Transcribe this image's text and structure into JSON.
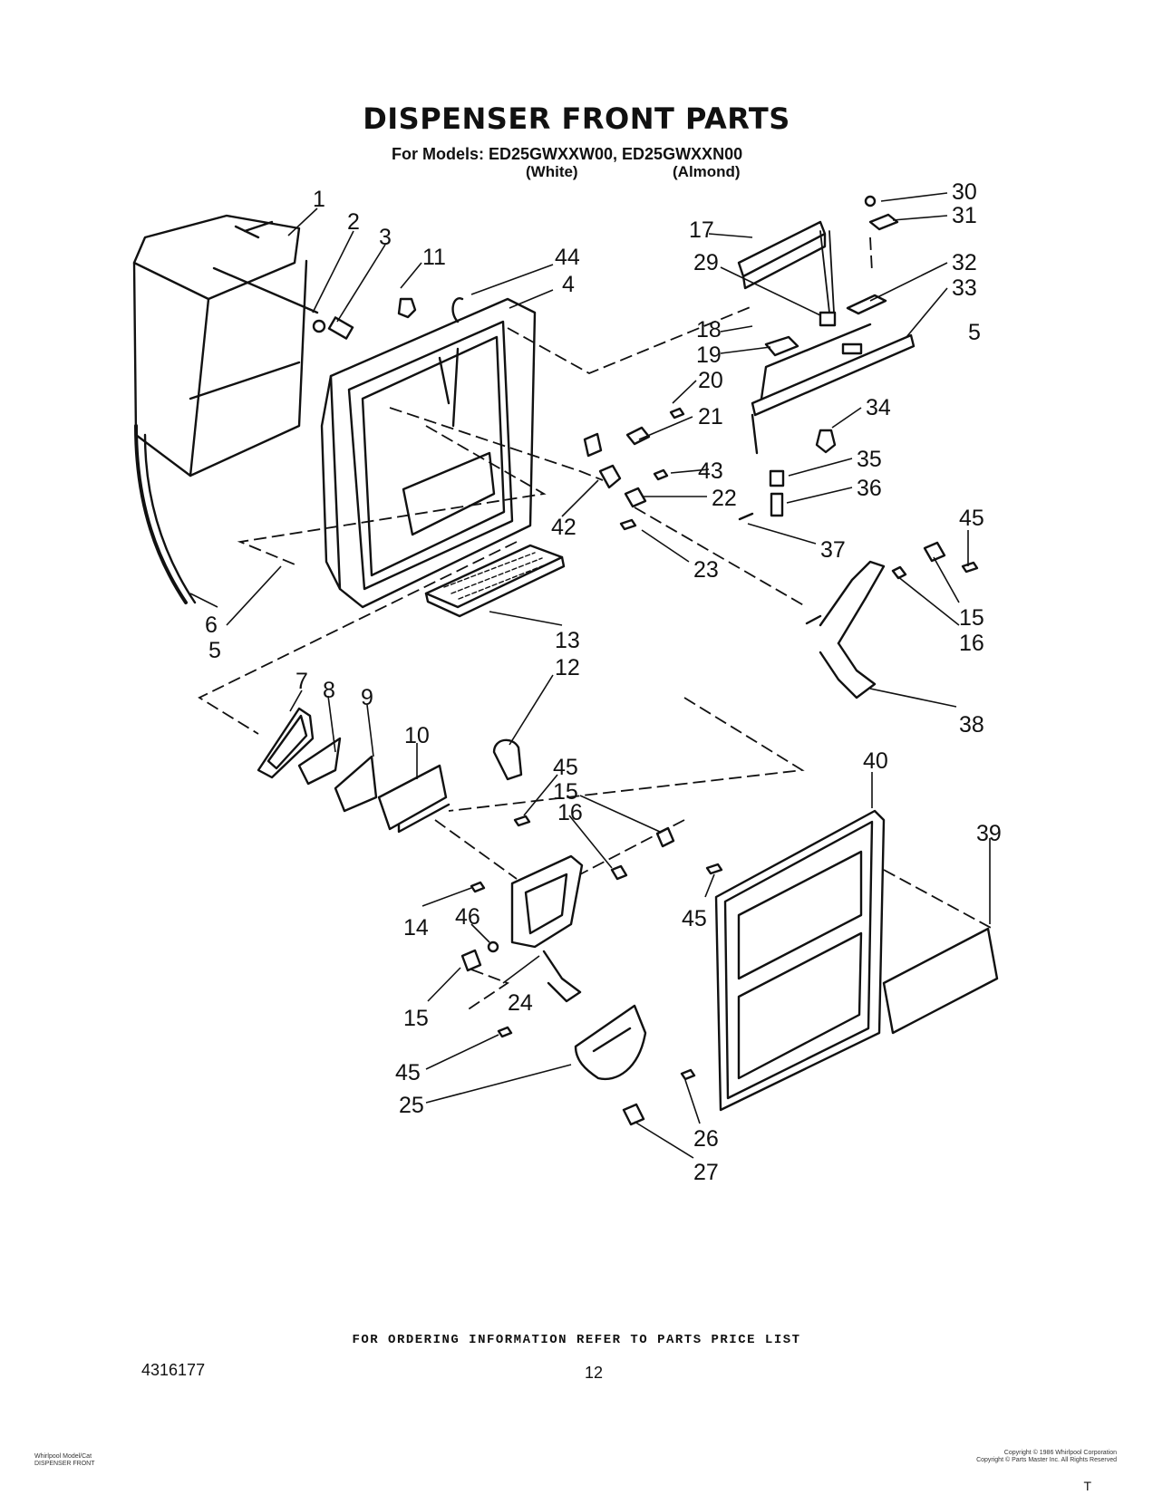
{
  "header": {
    "title": "DISPENSER FRONT PARTS",
    "models_line": "For Models: ED25GWXXW00, ED25GWXXN00",
    "variant_white": "(White)",
    "variant_almond": "(Almond)"
  },
  "callouts": [
    "1",
    "2",
    "3",
    "11",
    "44",
    "4",
    "30",
    "31",
    "17",
    "29",
    "32",
    "33",
    "18",
    "5",
    "19",
    "20",
    "21",
    "34",
    "43",
    "35",
    "22",
    "36",
    "42",
    "23",
    "37",
    "45",
    "15",
    "16",
    "6",
    "5",
    "13",
    "12",
    "7",
    "8",
    "9",
    "10",
    "45",
    "15",
    "38",
    "16",
    "40",
    "39",
    "14",
    "46",
    "45",
    "15",
    "24",
    "45",
    "25",
    "26",
    "27"
  ],
  "footer": {
    "ordering_note": "FOR ORDERING INFORMATION REFER TO PARTS PRICE LIST",
    "doc_number": "4316177",
    "page_number": "12"
  },
  "fine_print": {
    "left_line1": "Whirlpool Model/Cat",
    "left_line2": "DISPENSER FRONT",
    "right_line1": "Copyright © 1986 Whirlpool Corporation",
    "right_line2": "Copyright © Parts Master Inc. All Rights Reserved"
  },
  "corner_mark": "T"
}
